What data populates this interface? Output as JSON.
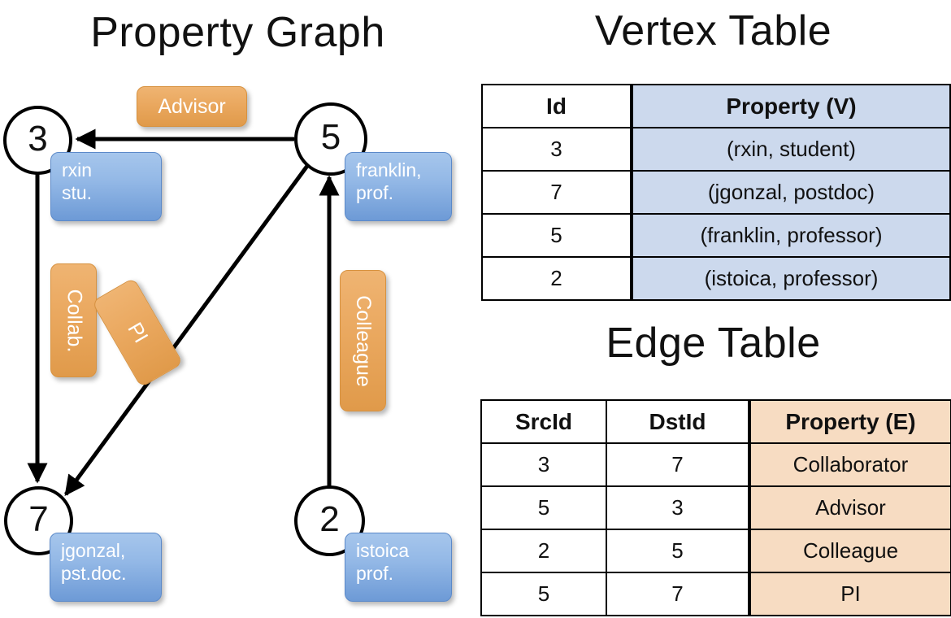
{
  "titles": {
    "property_graph": "Property Graph",
    "vertex_table": "Vertex Table",
    "edge_table": "Edge Table"
  },
  "colors": {
    "vertex_property_fill": "#ccd9ed",
    "edge_property_fill": "#f7dcc2",
    "vertex_box": "#93b8e6",
    "edge_label_box": "#eaa85f",
    "stroke": "#000000"
  },
  "graph": {
    "nodes": [
      {
        "id": "3",
        "property": "rxin\nstu."
      },
      {
        "id": "5",
        "property": "franklin,\nprof."
      },
      {
        "id": "7",
        "property": "jgonzal,\npst.doc."
      },
      {
        "id": "2",
        "property": "istoica\nprof."
      }
    ],
    "edge_labels": [
      {
        "name": "advisor",
        "text": "Advisor"
      },
      {
        "name": "collab",
        "text": "Collab."
      },
      {
        "name": "pi",
        "text": "PI"
      },
      {
        "name": "colleague",
        "text": "Colleague"
      }
    ]
  },
  "vertex_table": {
    "headers": [
      "Id",
      "Property (V)"
    ],
    "rows": [
      {
        "id": "3",
        "property": "(rxin, student)"
      },
      {
        "id": "7",
        "property": "(jgonzal, postdoc)"
      },
      {
        "id": "5",
        "property": "(franklin, professor)"
      },
      {
        "id": "2",
        "property": "(istoica, professor)"
      }
    ]
  },
  "edge_table": {
    "headers": [
      "SrcId",
      "DstId",
      "Property (E)"
    ],
    "rows": [
      {
        "src": "3",
        "dst": "7",
        "property": "Collaborator"
      },
      {
        "src": "5",
        "dst": "3",
        "property": "Advisor"
      },
      {
        "src": "2",
        "dst": "5",
        "property": "Colleague"
      },
      {
        "src": "5",
        "dst": "7",
        "property": "PI"
      }
    ]
  }
}
